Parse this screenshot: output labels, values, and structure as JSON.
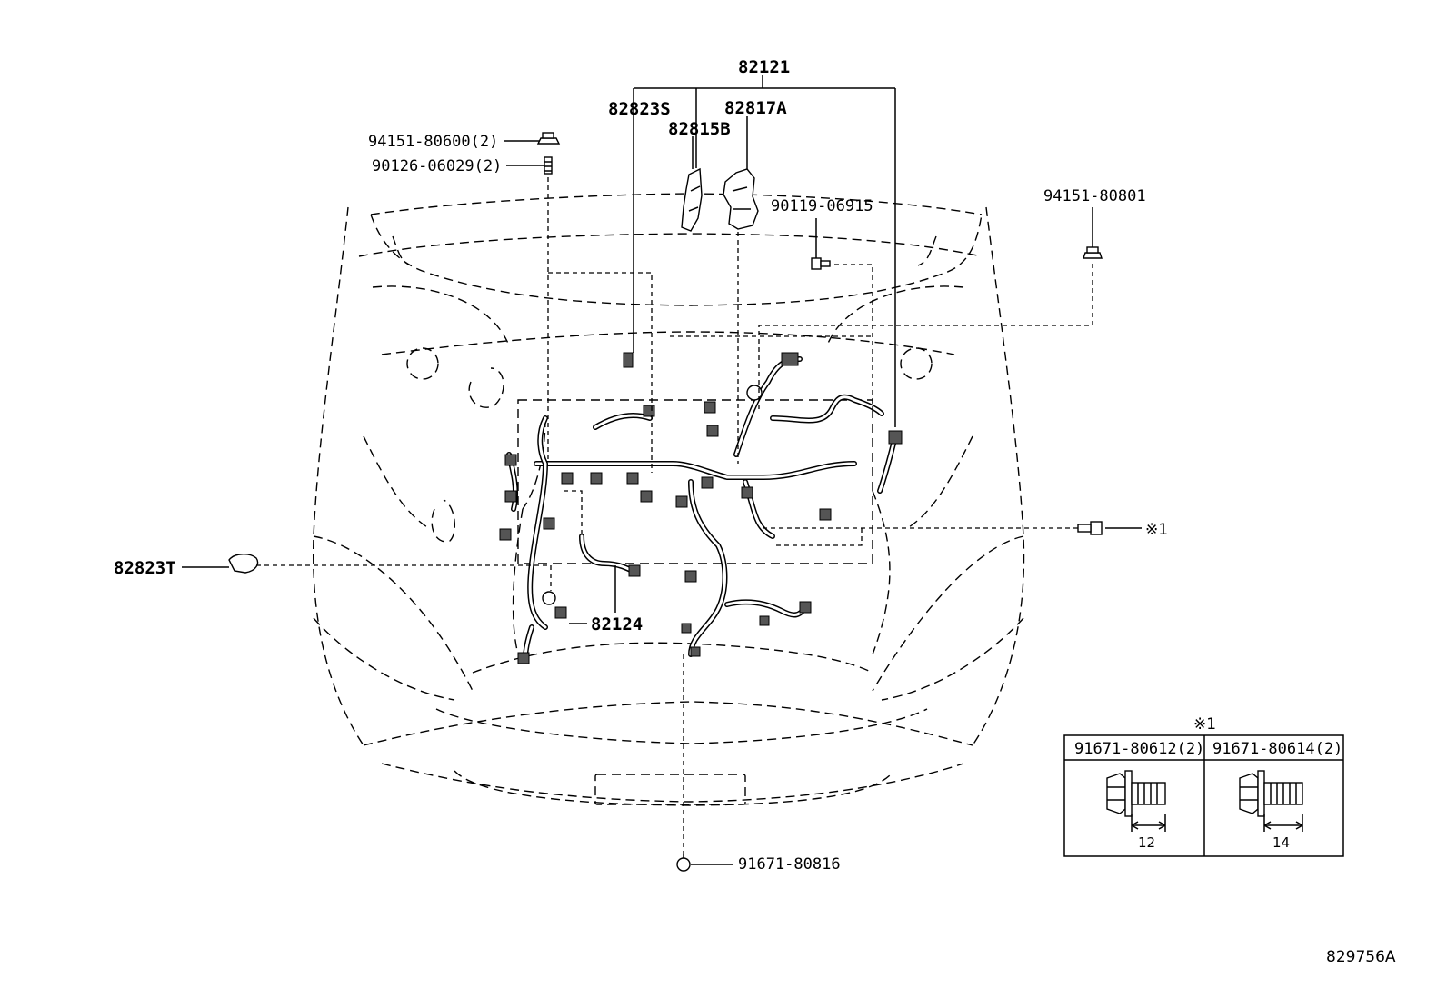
{
  "labels": {
    "p82121": "82121",
    "p82823s": "82823S",
    "p82817a": "82817A",
    "p82815b": "82815B",
    "p94151_80600": "94151-80600(2)",
    "p90126_06029": "90126-06029(2)",
    "p90119_06915": "90119-06915",
    "p94151_80801": "94151-80801",
    "p82823t": "82823T",
    "p82124": "82124",
    "ref1": "※1",
    "p91671_80816": "91671-80816"
  },
  "inset": {
    "title": "※1",
    "columns": [
      {
        "part": "91671-80612(2)",
        "dimension": "12"
      },
      {
        "part": "91671-80614(2)",
        "dimension": "14"
      }
    ]
  },
  "figure_code": "829756A"
}
